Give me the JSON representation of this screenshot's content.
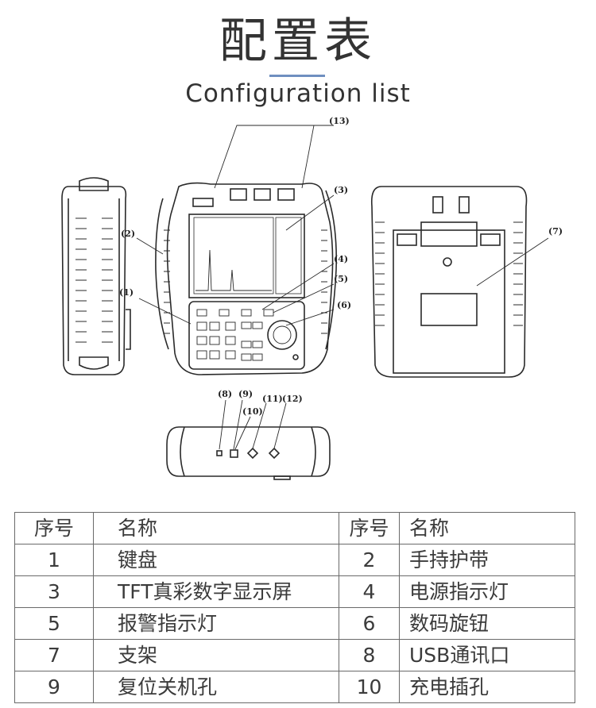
{
  "title": "配置表",
  "subtitle": "Configuration list",
  "callouts": [
    "(1)",
    "(2)",
    "(3)",
    "(4)",
    "(5)",
    "(6)",
    "(7)",
    "(8)",
    "(9)",
    "(10)",
    "(11)",
    "(12)",
    "(13)"
  ],
  "table": {
    "headers": [
      "序号",
      "名称",
      "序号",
      "名称"
    ],
    "rows": [
      {
        "n1": "1",
        "name1": "键盘",
        "n2": "2",
        "name2": "手持护带"
      },
      {
        "n1": "3",
        "name1": "TFT真彩数字显示屏",
        "n2": "4",
        "name2": "电源指示灯"
      },
      {
        "n1": "5",
        "name1": "报警指示灯",
        "n2": "6",
        "name2": "数码旋钮"
      },
      {
        "n1": "7",
        "name1": "支架",
        "n2": "8",
        "name2": "USB通讯口"
      },
      {
        "n1": "9",
        "name1": "复位关机孔",
        "n2": "10",
        "name2": "充电插孔"
      }
    ]
  }
}
